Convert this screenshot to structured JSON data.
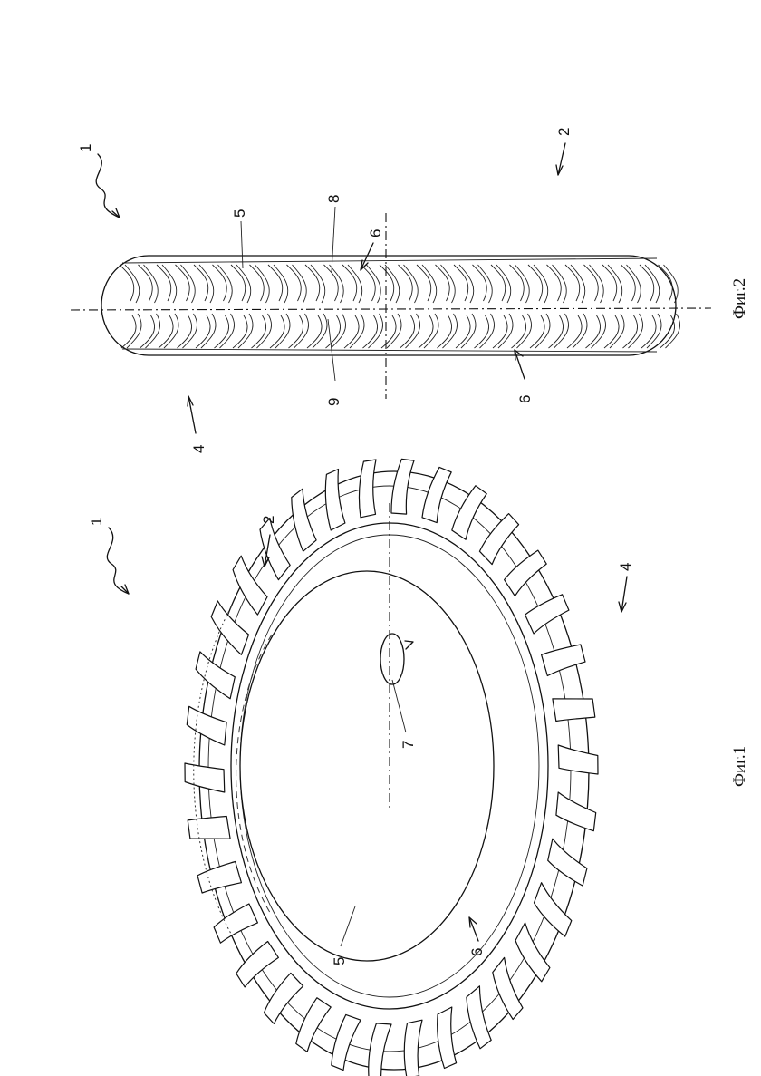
{
  "figure1": {
    "caption": "Фиг.1",
    "labels": {
      "tire": "1",
      "direction_2": "2",
      "direction_4": "4",
      "tread": "5",
      "lug": "6",
      "rotation_axis": "7"
    }
  },
  "figure2": {
    "caption": "Фиг.2",
    "labels": {
      "tire": "1",
      "direction_2": "2",
      "direction_4": "4",
      "tread": "5",
      "lug_top": "6",
      "lug_bottom": "6",
      "groove": "8",
      "sipe": "9"
    }
  }
}
